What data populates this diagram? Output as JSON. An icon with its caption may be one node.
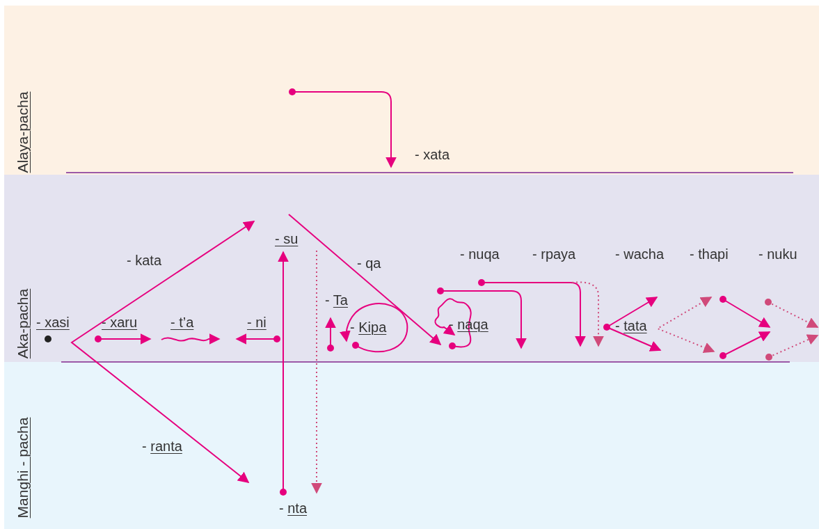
{
  "diagram": {
    "labels": [
      "Alaya-pacha",
      "- xata",
      "- su",
      "- nuqa",
      "- rpaya",
      "- wacha",
      "- thapi",
      "- nuku",
      "- kata",
      "- qa",
      "- Ta",
      "Aka-pacha",
      "- xasi",
      "- xaru",
      "- t’a",
      "- ni",
      "- naqa",
      "- tata",
      "- Kipa",
      "- ranta",
      "Manghi - pacha",
      "- nta"
    ]
  }
}
